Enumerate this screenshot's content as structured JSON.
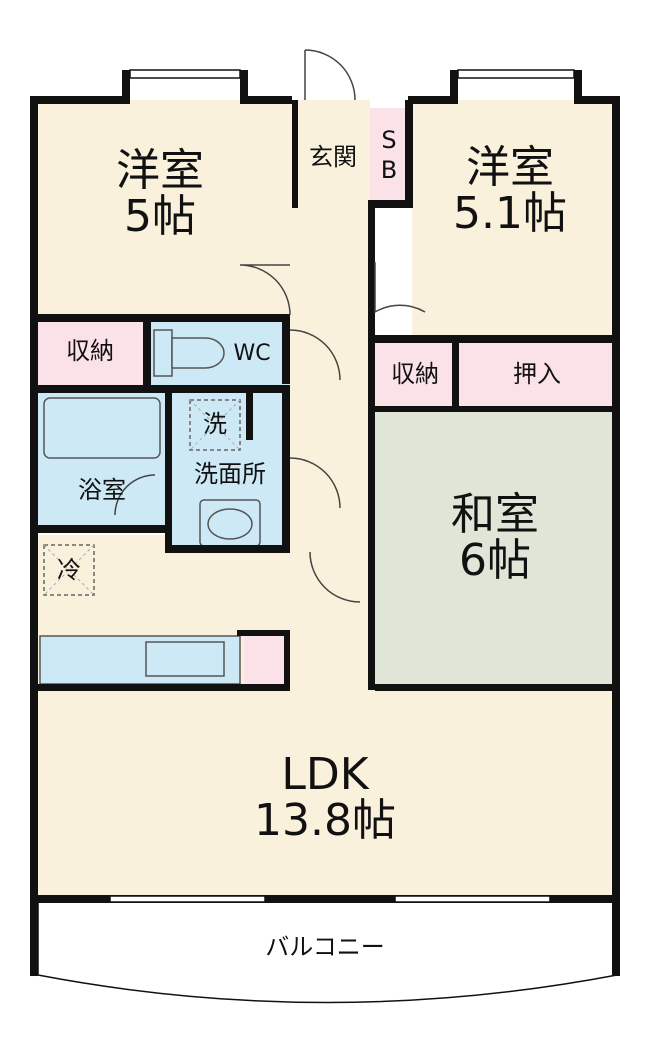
{
  "rooms": {
    "western_left": {
      "name": "洋室",
      "size": "5帖"
    },
    "western_right": {
      "name": "洋室",
      "size": "5.1帖"
    },
    "japanese": {
      "name": "和室",
      "size": "6帖"
    },
    "ldk": {
      "name": "LDK",
      "size": "13.8帖"
    }
  },
  "labels": {
    "entrance": "玄関",
    "shoe_box_top": "S",
    "shoe_box_bottom": "B",
    "storage_left": "収納",
    "storage_right": "収納",
    "closet": "押入",
    "wc": "WC",
    "bathroom": "浴室",
    "washroom": "洗面所",
    "washer": "洗",
    "fridge": "冷",
    "balcony": "バルコニー"
  },
  "colors": {
    "floor": "#faf1dc",
    "wet_area": "#cde9f6",
    "storage": "#fbe1e8",
    "tatami": "#e0e6d7",
    "wall": "#111111",
    "balcony": "#ffffff"
  }
}
